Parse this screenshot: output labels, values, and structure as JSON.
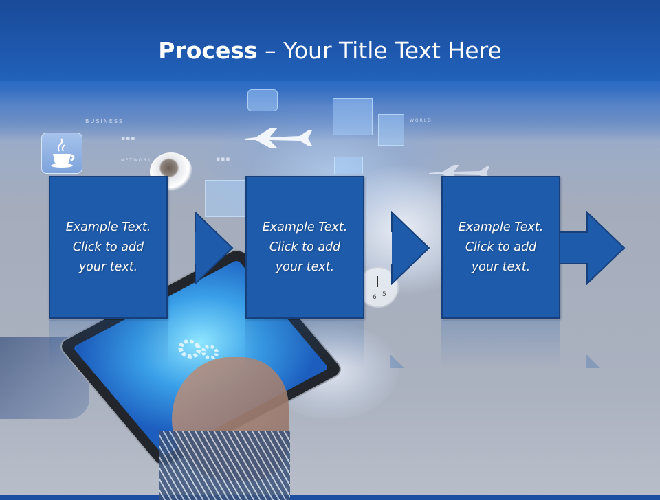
{
  "slide": {
    "title_bold": "Process",
    "title_rest": " – Your Title Text Here"
  },
  "steps": [
    {
      "text": "Example Text.\nClick  to add\nyour text."
    },
    {
      "text": "Example Text.\nClick  to add\nyour text."
    },
    {
      "text": "Example Text.\nClick  to add\nyour text."
    }
  ],
  "colors": {
    "header": "#1f5cb3",
    "box_fill": "#1e5baa",
    "box_border": "#16407c",
    "text": "#ffffff"
  },
  "background": {
    "micro_labels": [
      "BUSINESS",
      "NETWORK",
      "WORLD"
    ],
    "clock_numerals": [
      "6",
      "5"
    ],
    "icons": [
      "coffee-cup-icon",
      "airplane-icon",
      "clock-icon",
      "gear-icon",
      "tablet-icon",
      "world-map-icon"
    ]
  }
}
